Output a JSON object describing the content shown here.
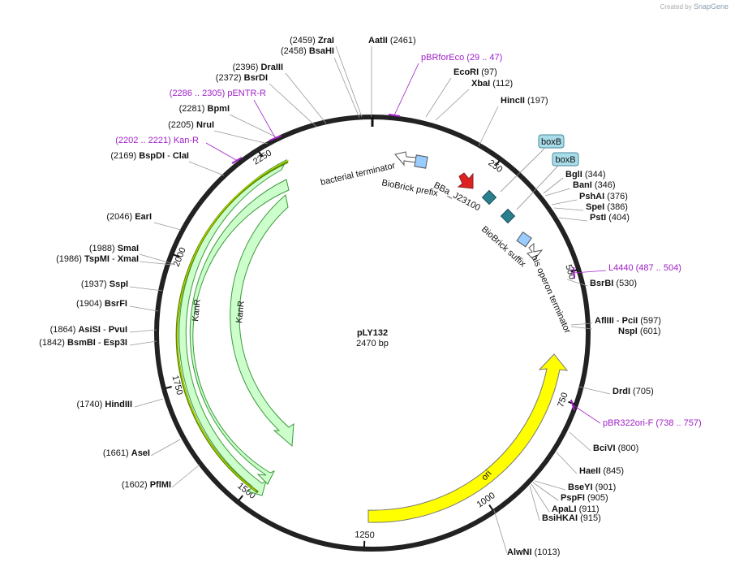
{
  "branding": {
    "prefix": "Created by",
    "name": "SnapGene"
  },
  "plasmid": {
    "name": "pLY132",
    "length_label": "2470 bp",
    "length": 2470
  },
  "colors": {
    "backbone": "#222222",
    "kanr": "#ccffcc",
    "ori": "#ffff00",
    "promoter": "#dd2222",
    "rbs": "#2a7f8c",
    "terminator": "#ffffff",
    "brick": "#99ccff",
    "primer": "#a020c8"
  },
  "ticks": [
    {
      "pos": 250,
      "label": "250"
    },
    {
      "pos": 500,
      "label": "500"
    },
    {
      "pos": 750,
      "label": "750"
    },
    {
      "pos": 1000,
      "label": "1000"
    },
    {
      "pos": 1250,
      "label": "1250"
    },
    {
      "pos": 1500,
      "label": "1500"
    },
    {
      "pos": 1750,
      "label": "1750"
    },
    {
      "pos": 2000,
      "label": "2000"
    },
    {
      "pos": 2250,
      "label": "2250"
    }
  ],
  "enzymes": {
    "left": [
      {
        "pos": "(2459)",
        "name": "ZraI",
        "extra": ""
      },
      {
        "pos": "(2458)",
        "name": "BsaHI",
        "extra": ""
      },
      {
        "pos": "(2396)",
        "name": "DraIII",
        "extra": ""
      },
      {
        "pos": "(2372)",
        "name": "BsrDI",
        "extra": ""
      },
      {
        "pos": "(2281)",
        "name": "BpmI",
        "extra": ""
      },
      {
        "pos": "(2205)",
        "name": "NruI",
        "extra": ""
      },
      {
        "pos": "(2169)",
        "name": "BspDI",
        "extra": "- ClaI"
      },
      {
        "pos": "(2046)",
        "name": "EarI",
        "extra": ""
      },
      {
        "pos": "(1988)",
        "name": "SmaI",
        "extra": ""
      },
      {
        "pos": "(1986)",
        "name": "TspMI",
        "extra": "- XmaI"
      },
      {
        "pos": "(1937)",
        "name": "SspI",
        "extra": ""
      },
      {
        "pos": "(1904)",
        "name": "BsrFI",
        "extra": ""
      },
      {
        "pos": "(1864)",
        "name": "AsiSI",
        "extra": "- PvuI"
      },
      {
        "pos": "(1842)",
        "name": "BsmBI",
        "extra": "- Esp3I"
      },
      {
        "pos": "(1740)",
        "name": "HindIII",
        "extra": ""
      },
      {
        "pos": "(1661)",
        "name": "AseI",
        "extra": ""
      },
      {
        "pos": "(1602)",
        "name": "PflMI",
        "extra": ""
      }
    ],
    "right": [
      {
        "name": "AatII",
        "pos": "(2461)",
        "extra": ""
      },
      {
        "name": "EcoRI",
        "pos": "(97)",
        "extra": ""
      },
      {
        "name": "XbaI",
        "pos": "(112)",
        "extra": ""
      },
      {
        "name": "HincII",
        "pos": "(197)",
        "extra": ""
      },
      {
        "name": "BglI",
        "pos": "(344)",
        "extra": ""
      },
      {
        "name": "BanI",
        "pos": "(346)",
        "extra": ""
      },
      {
        "name": "PshAI",
        "pos": "(376)",
        "extra": ""
      },
      {
        "name": "SpeI",
        "pos": "(386)",
        "extra": ""
      },
      {
        "name": "PstI",
        "pos": "(404)",
        "extra": ""
      },
      {
        "name": "BsrBI",
        "pos": "(530)",
        "extra": ""
      },
      {
        "name": "AflIII",
        "pos": "(597)",
        "extra": "- PciI"
      },
      {
        "name": "NspI",
        "pos": "(601)",
        "extra": ""
      },
      {
        "name": "DrdI",
        "pos": "(705)",
        "extra": ""
      },
      {
        "name": "BciVI",
        "pos": "(800)",
        "extra": ""
      },
      {
        "name": "HaeII",
        "pos": "(845)",
        "extra": ""
      },
      {
        "name": "BseYI",
        "pos": "(901)",
        "extra": ""
      },
      {
        "name": "PspFI",
        "pos": "(905)",
        "extra": ""
      },
      {
        "name": "ApaLI",
        "pos": "(911)",
        "extra": ""
      },
      {
        "name": "BsiHKAI",
        "pos": "(915)",
        "extra": ""
      },
      {
        "name": "AlwNI",
        "pos": "(1013)",
        "extra": ""
      }
    ]
  },
  "primers": [
    {
      "name": "pBRforEco",
      "range": "(29 .. 47)"
    },
    {
      "name": "L4440",
      "range": "(487 .. 504)"
    },
    {
      "name": "pBR322ori-F",
      "range": "(738 .. 757)"
    },
    {
      "name": "pENTR-R",
      "range": "(2286 .. 2305)"
    },
    {
      "name": "Kan-R",
      "range": "(2202 .. 2221)"
    }
  ],
  "features": {
    "bacterial_terminator": "bacterial terminator",
    "biobrick_prefix": "BioBrick prefix",
    "bba_j23100": "BBa_J23100",
    "box_b": "boxB",
    "biobrick_suffix": "BioBrick suffix",
    "his_operon_terminator": "his operon terminator",
    "kanr": "KanR",
    "ori": "ori"
  }
}
